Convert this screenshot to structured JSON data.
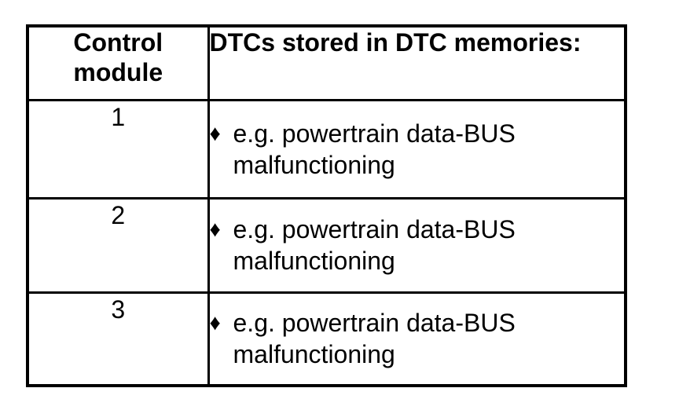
{
  "colors": {
    "background": "#ffffff",
    "border": "#000000",
    "text": "#000000"
  },
  "table": {
    "headers": [
      "Control\nmodule",
      "DTCs stored in DTC memories:"
    ],
    "bullet_icon": "♦",
    "rows": [
      {
        "module": "1",
        "bullet": "♦",
        "dtc": "e.g. powertrain data-BUS malfunctioning"
      },
      {
        "module": "2",
        "bullet": "♦",
        "dtc": "e.g. powertrain data-BUS malfunctioning"
      },
      {
        "module": "3",
        "bullet": "♦",
        "dtc": "e.g. powertrain data-BUS malfunctioning"
      }
    ]
  }
}
